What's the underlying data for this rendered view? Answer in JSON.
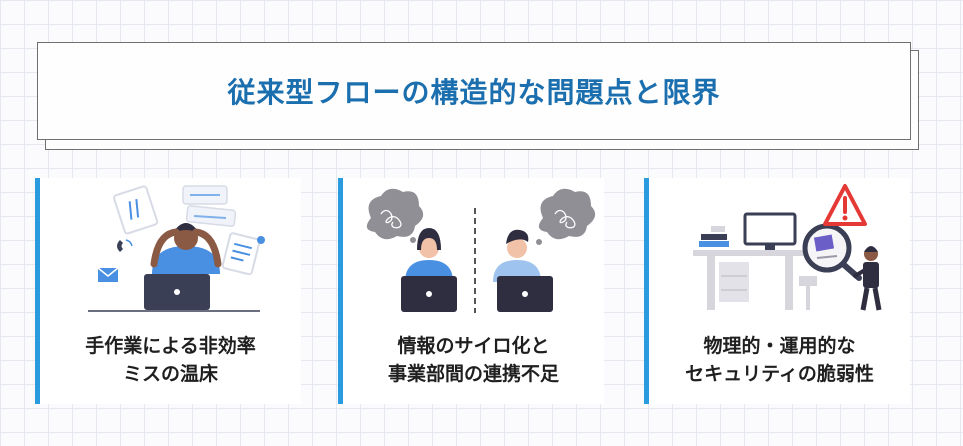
{
  "title": "従来型フローの構造的な問題点と限界",
  "cards": [
    {
      "illustration": "stressed-person-icon",
      "line1": "手作業による非効率",
      "line2": "ミスの温床"
    },
    {
      "illustration": "siloed-workers-icon",
      "line1": "情報のサイロ化と",
      "line2": "事業部間の連携不足"
    },
    {
      "illustration": "security-warning-icon",
      "line1": "物理的・運用的な",
      "line2": "セキュリティの脆弱性"
    }
  ],
  "colors": {
    "title": "#1b6fae",
    "accent_bar": "#2b9be0",
    "warning": "#e53935",
    "illustration_blue": "#4a90e2"
  }
}
